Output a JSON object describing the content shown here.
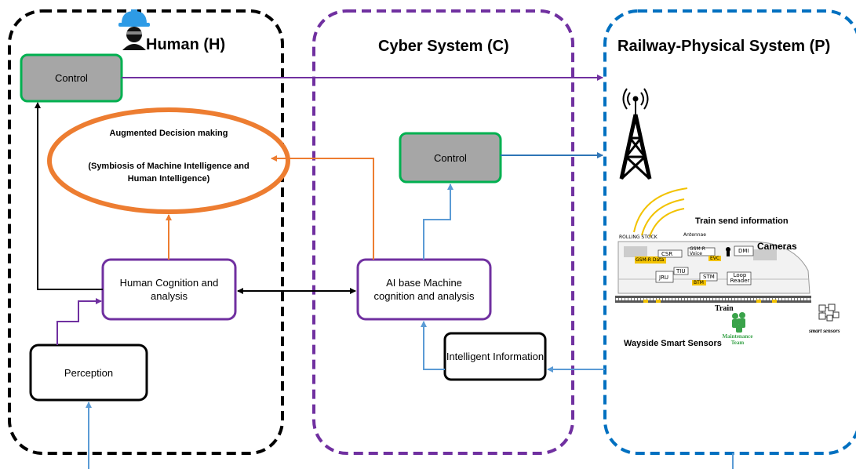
{
  "human": {
    "title": "Human (H)",
    "control": "Control",
    "decision_title": "Augmented Decision making",
    "decision_subtitle": "(Symbiosis of Machine Intelligence and Human Intelligence)",
    "cognition": "Human Cognition and analysis",
    "perception": "Perception"
  },
  "cyber": {
    "title": "Cyber System (C)",
    "control": "Control",
    "ai": "AI base Machine cognition and analysis",
    "intelligent": "Intelligent Information"
  },
  "physical": {
    "title": "Railway-Physical System (P)",
    "train_send": "Train send information",
    "cameras": "Cameras",
    "train": "Train",
    "wayside": "Wayside Smart Sensors",
    "maintenance": "Maintenance Team",
    "smart_sensors": "smart sensors",
    "rolling_stock": {
      "rolling_stock": "ROLLING STOCK",
      "antennae": "Antennae",
      "gsmr_voice": "GSM-R Voice",
      "csr": "CSR",
      "gsmr_data": "GSM-R Data",
      "evc": "EVC",
      "dmi": "DMI",
      "tiu": "TIU",
      "jru": "JRU",
      "stm": "STM",
      "btm": "BTM",
      "loop_reader": "Loop Reader"
    }
  },
  "colors": {
    "human_border": "#000000",
    "cyber_border": "#7030a0",
    "physical_border": "#0070c0",
    "control_fill": "#a6a6a6",
    "control_border": "#00b050",
    "decision": "#ed7d31",
    "purple_arrow": "#7030a0",
    "blue_arrow": "#5b9bd5",
    "orange_arrow": "#ed7d31"
  }
}
